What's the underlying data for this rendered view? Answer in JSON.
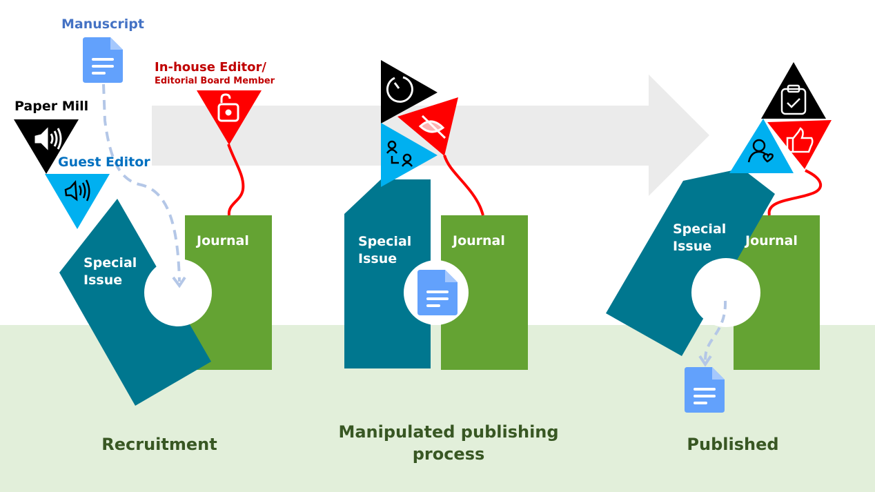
{
  "roles": {
    "manuscript": "Manuscript",
    "paper_mill": "Paper Mill",
    "guest_editor": "Guest Editor",
    "inhouse_editor_line1": "In-house Editor/",
    "inhouse_editor_line2": "Editorial Board Member"
  },
  "boxes": {
    "special_issue_line1": "Special",
    "special_issue_line2": "Issue",
    "journal": "Journal"
  },
  "stages": [
    {
      "label": "Recruitment"
    },
    {
      "label_line1": "Manipulated publishing",
      "label_line2": "process"
    },
    {
      "label": "Published"
    }
  ],
  "icons": {
    "paper_mill": "megaphone-icon",
    "guest_editor": "megaphone-icon",
    "inhouse_editor": "unlock-icon",
    "stage2_black": "timer-icon",
    "stage2_red": "eye-slash-icon",
    "stage2_blue": "peer-review-icon",
    "stage3_black": "clipboard-check-icon",
    "stage3_red": "thumbs-up-icon",
    "stage3_blue": "user-heart-icon",
    "document": "document-icon"
  },
  "colors": {
    "teal": "#00778f",
    "green": "#64a333",
    "red": "#ff0000",
    "black": "#000000",
    "blue": "#00b0f0",
    "doc_blue": "#62a1fc",
    "ground": "#e2efda",
    "arrow_gray": "#ebebeb",
    "stage_text": "#385723",
    "manuscript_text": "#4472c4",
    "guest_text": "#0070c0",
    "editor_text": "#c00000"
  }
}
